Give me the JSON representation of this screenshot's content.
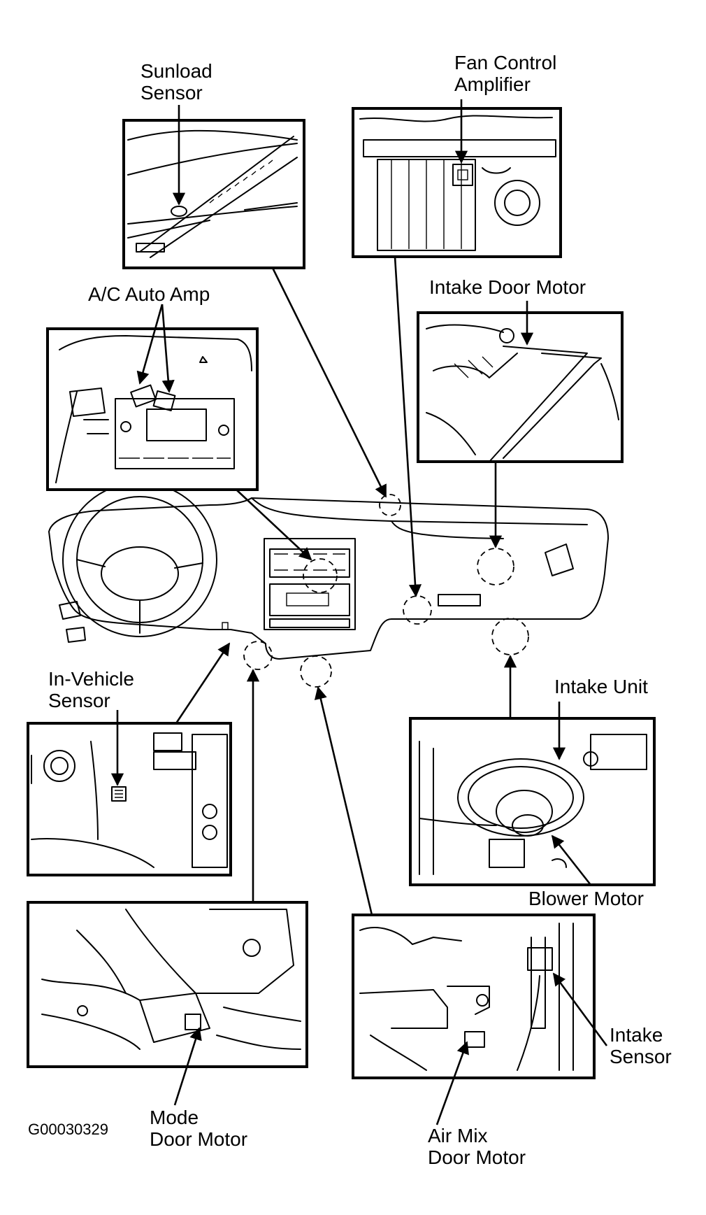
{
  "labels": {
    "sunload": [
      "Sunload",
      "Sensor"
    ],
    "fan_amp": [
      "Fan Control",
      "Amplifier"
    ],
    "intake_door": "Intake Door Motor",
    "ac_amp": "A/C Auto Amp",
    "in_vehicle": [
      "In-Vehicle",
      "Sensor"
    ],
    "intake_unit": "Intake Unit",
    "blower": "Blower Motor",
    "intake_sensor": [
      "Intake",
      "Sensor"
    ],
    "mode_door": [
      "Mode",
      "Door Motor"
    ],
    "air_mix": [
      "Air Mix",
      "Door Motor"
    ]
  },
  "figure_code": "G00030329"
}
